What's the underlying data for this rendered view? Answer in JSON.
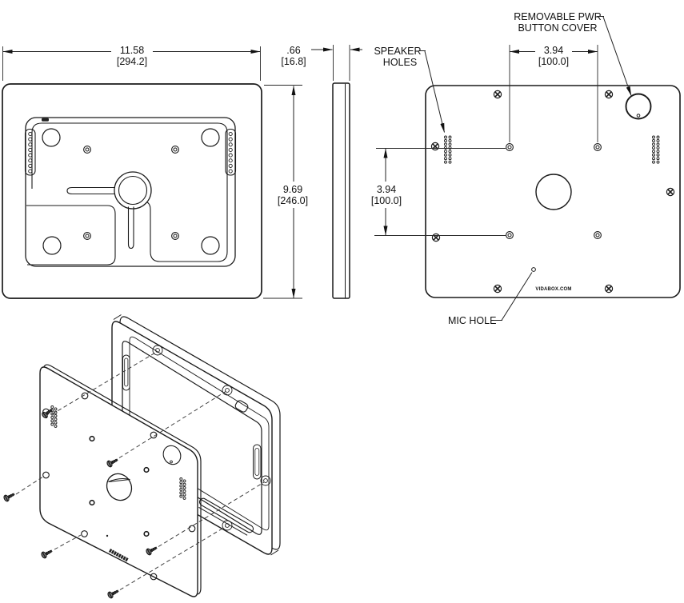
{
  "page": {
    "background": "#ffffff",
    "line_color": "#1a1a1a"
  },
  "dimensions": {
    "front_width": {
      "inches": "11.58",
      "mm": "[294.2]"
    },
    "thickness": {
      "inches": ".66",
      "mm": "[16.8]"
    },
    "front_height": {
      "inches": "9.69",
      "mm": "[246.0]"
    },
    "vesa_horizontal": {
      "inches": "3.94",
      "mm": "[100.0]"
    },
    "vesa_vertical": {
      "inches": "3.94",
      "mm": "[100.0]"
    }
  },
  "labels": {
    "speaker_holes_line1": "SPEAKER",
    "speaker_holes_line2": "HOLES",
    "pwr_cover_line1": "REMOVABLE PWR",
    "pwr_cover_line2": "BUTTON COVER",
    "mic_hole": "MIC HOLE",
    "brand": "VIDABOX.COM"
  }
}
